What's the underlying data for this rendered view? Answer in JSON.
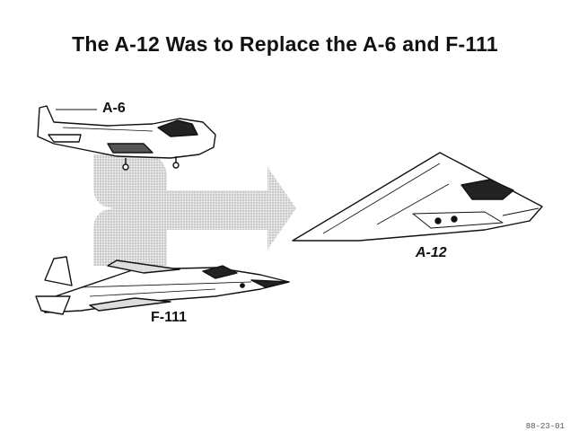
{
  "title": "The A-12 Was to Replace the A-6 and F-111",
  "aircraft": {
    "a6": "A-6",
    "f111": "F-111",
    "a12": "A-12"
  },
  "footer_code": "88-23-01",
  "colors": {
    "ink": "#111111",
    "arrow_fill": "#d4d4d4",
    "background": "#ffffff"
  },
  "icons": [
    "a6-aircraft-drawing",
    "f111-aircraft-drawing",
    "a12-aircraft-drawing",
    "merge-arrow"
  ]
}
